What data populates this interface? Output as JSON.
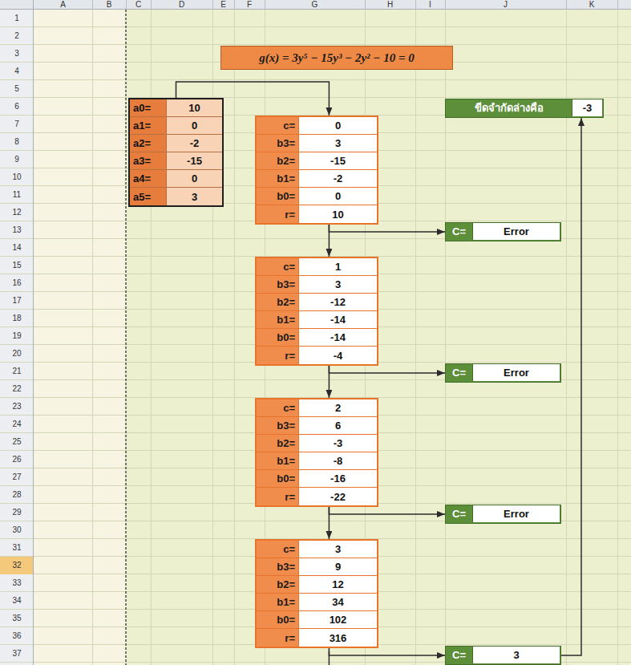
{
  "diagram": {
    "title": "g(x) = 3y⁵ − 15y³ − 2y² − 10 = 0",
    "nodes": [
      {
        "text": [
          "a0=",
          "10",
          "a1=",
          "0",
          "a2=",
          "-2",
          "a3=",
          "-15",
          "a4=",
          "0",
          "a5=",
          "3"
        ]
      },
      {
        "text": [
          "ขีดจำกัดล่างคือ",
          "-3"
        ]
      },
      {
        "text": [
          "c=",
          "0",
          "b3=",
          "3",
          "b2=",
          "-15",
          "b1=",
          "-2",
          "b0=",
          "0",
          "r=",
          "10"
        ]
      },
      {
        "text": [
          "C=",
          "Error"
        ]
      },
      {
        "text": [
          "c=",
          "1",
          "b3=",
          "3",
          "b2=",
          "-12",
          "b1=",
          "-14",
          "b0=",
          "-14",
          "r=",
          "-4"
        ]
      },
      {
        "text": [
          "C=",
          "Error"
        ]
      },
      {
        "text": [
          "c=",
          "2",
          "b3=",
          "6",
          "b2=",
          "-3",
          "b1=",
          "-8",
          "b0=",
          "-16",
          "r=",
          "-22"
        ]
      },
      {
        "text": [
          "C=",
          "Error"
        ]
      },
      {
        "text": [
          "c=",
          "3",
          "b3=",
          "9",
          "b2=",
          "12",
          "b1=",
          "34",
          "b0=",
          "102",
          "r=",
          "316"
        ]
      },
      {
        "text": [
          "C=",
          "3"
        ]
      }
    ],
    "edges": [
      {
        "from": 0,
        "to": 2,
        "arrow": "to"
      },
      {
        "from": 2,
        "to": 3,
        "arrow": "to"
      },
      {
        "from": 2,
        "to": 4,
        "arrow": "to"
      },
      {
        "from": 4,
        "to": 5,
        "arrow": "to"
      },
      {
        "from": 4,
        "to": 6,
        "arrow": "to"
      },
      {
        "from": 6,
        "to": 7,
        "arrow": "to"
      },
      {
        "from": 6,
        "to": 8,
        "arrow": "to"
      },
      {
        "from": 8,
        "to": 9,
        "arrow": "to"
      },
      {
        "from": 9,
        "to": 1,
        "arrow": "to"
      }
    ],
    "labels": [
      "A",
      "B",
      "C",
      "D",
      "E",
      "F",
      "G",
      "H",
      "I",
      "J",
      "K",
      "1",
      "2",
      "3",
      "4",
      "5",
      "6",
      "7",
      "8",
      "9",
      "10",
      "11",
      "12",
      "13",
      "14",
      "15",
      "16",
      "17",
      "18",
      "19",
      "20",
      "21",
      "22",
      "23",
      "24",
      "25",
      "26",
      "27",
      "28",
      "29",
      "30",
      "31",
      "32",
      "33",
      "34",
      "35",
      "36",
      "37"
    ]
  }
}
